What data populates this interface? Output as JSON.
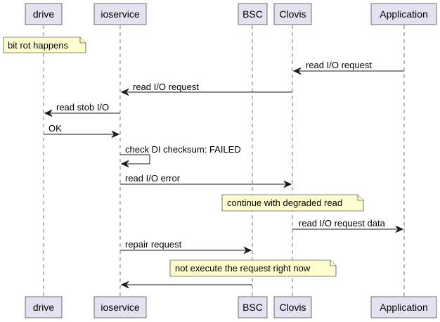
{
  "participants": [
    {
      "id": "drive",
      "label": "drive"
    },
    {
      "id": "ioservice",
      "label": "ioservice"
    },
    {
      "id": "bsc",
      "label": "BSC"
    },
    {
      "id": "clovis",
      "label": "Clovis"
    },
    {
      "id": "application",
      "label": "Application"
    }
  ],
  "messages": [
    {
      "from": "application",
      "to": "clovis",
      "label": "read I/O request"
    },
    {
      "from": "clovis",
      "to": "ioservice",
      "label": "read I/O request"
    },
    {
      "from": "ioservice",
      "to": "drive",
      "label": "read stob I/O"
    },
    {
      "from": "drive",
      "to": "ioservice",
      "label": "OK"
    },
    {
      "from": "ioservice",
      "to": "ioservice",
      "label": "check DI checksum: FAILED"
    },
    {
      "from": "ioservice",
      "to": "clovis",
      "label": "read I/O error"
    },
    {
      "from": "clovis",
      "to": "application",
      "label": "read I/O request data"
    },
    {
      "from": "ioservice",
      "to": "bsc",
      "label": "repair request"
    },
    {
      "from": "bsc",
      "to": "ioservice",
      "label": ""
    }
  ],
  "notes": [
    {
      "over": "drive",
      "label": "bit rot happens"
    },
    {
      "over": "clovis",
      "label": "continue with degraded read"
    },
    {
      "over": "bsc",
      "label": "not execute the request right now"
    }
  ]
}
